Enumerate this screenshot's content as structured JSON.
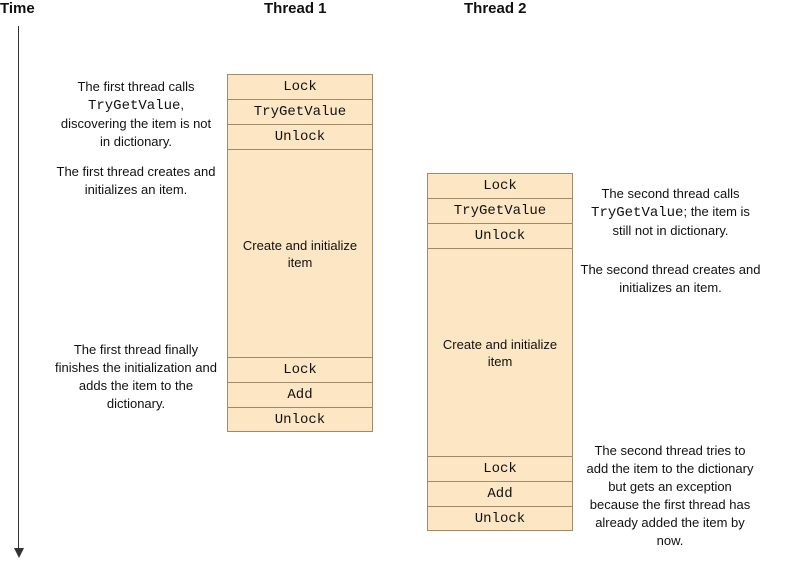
{
  "headers": {
    "time": "Time",
    "thread1": "Thread 1",
    "thread2": "Thread 2"
  },
  "thread1": {
    "steps_top": [
      "Lock",
      "TryGetValue",
      "Unlock"
    ],
    "work": "Create and initialize item",
    "steps_bottom": [
      "Lock",
      "Add",
      "Unlock"
    ]
  },
  "thread2": {
    "steps_top": [
      "Lock",
      "TryGetValue",
      "Unlock"
    ],
    "work": "Create and initialize item",
    "steps_bottom": [
      "Lock",
      "Add",
      "Unlock"
    ]
  },
  "notes": {
    "t1_calls_pre": "The first thread calls",
    "t1_calls_code": "TryGetValue",
    "t1_calls_post": ", discovering the item is not in dictionary.",
    "t1_creates": "The first thread creates and initializes an item.",
    "t1_finishes": "The first thread finally finishes the initialization and adds the item to the dictionary.",
    "t2_calls_pre": "The second thread calls",
    "t2_calls_code": "TryGetValue",
    "t2_calls_post": "; the item is still not in dictionary.",
    "t2_creates": "The second thread creates and initializes an item.",
    "t2_tries": "The second thread tries to add the item to the dictionary but gets an exception because the first thread has already added the item by now."
  }
}
